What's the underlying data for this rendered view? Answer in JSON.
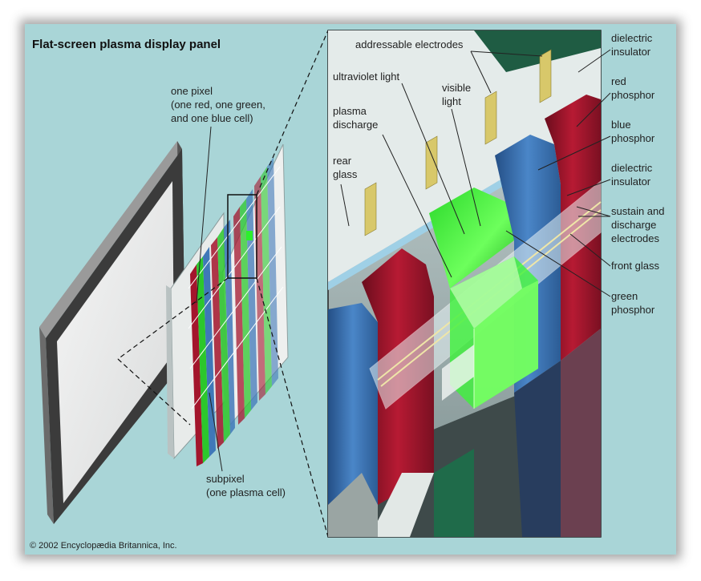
{
  "title": "Flat-screen plasma display panel",
  "copyright": "© 2002 Encyclopædia Britannica, Inc.",
  "left_labels": {
    "pixel_l1": "one pixel",
    "pixel_l2": "(one red, one green,",
    "pixel_l3": "and one blue cell)",
    "subpixel_l1": "subpixel",
    "subpixel_l2": "(one plasma cell)"
  },
  "inset_labels": {
    "addressable": "addressable electrodes",
    "uv_light": "ultraviolet light",
    "visible_l1": "visible",
    "visible_l2": "light",
    "plasma_l1": "plasma",
    "plasma_l2": "discharge",
    "rear_l1": "rear",
    "rear_l2": "glass"
  },
  "right_labels": {
    "dielectric1_l1": "dielectric",
    "dielectric1_l2": "insulator",
    "red_l1": "red",
    "red_l2": "phosphor",
    "blue_l1": "blue",
    "blue_l2": "phosphor",
    "dielectric2_l1": "dielectric",
    "dielectric2_l2": "insulator",
    "sustain_l1": "sustain and",
    "sustain_l2": "discharge",
    "sustain_l3": "electrodes",
    "front_glass": "front glass",
    "green_l1": "green",
    "green_l2": "phosphor"
  },
  "colors": {
    "background": "#a9d5d7",
    "red_phosphor": "#a3152c",
    "blue_phosphor": "#3f78b8",
    "green_phosphor": "#3df23a",
    "electrode": "#d8c86a"
  }
}
